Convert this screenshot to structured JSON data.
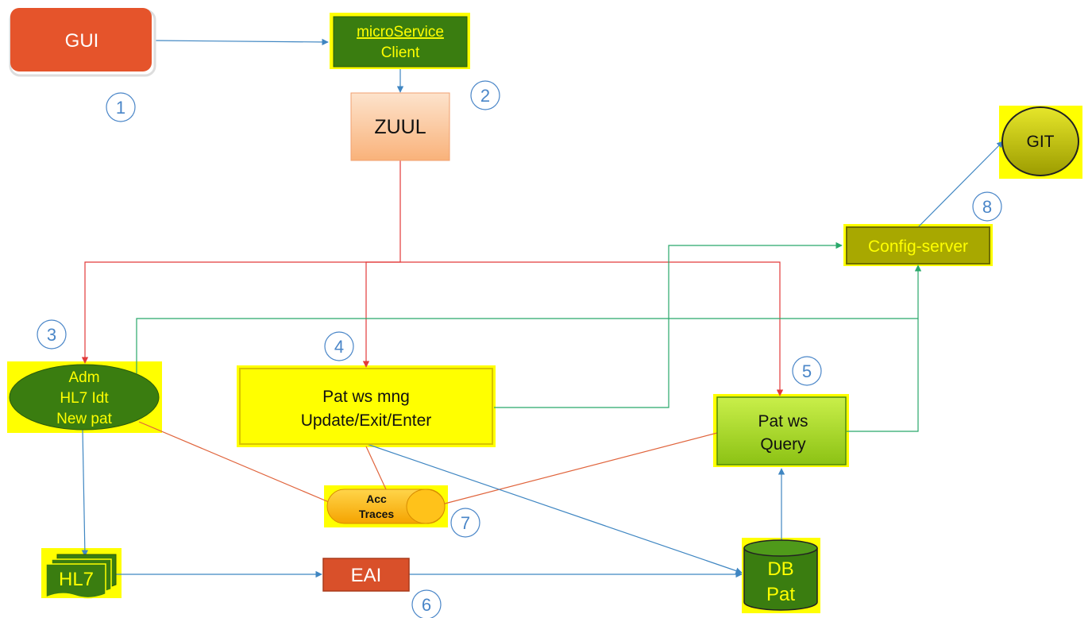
{
  "nodes": {
    "gui": {
      "label": "GUI"
    },
    "client": {
      "line1": "microService",
      "line2": "Client"
    },
    "zuul": {
      "label": "ZUUL"
    },
    "git": {
      "label": "GIT"
    },
    "config_server": {
      "label": "Config-server"
    },
    "adm": {
      "line1": "Adm",
      "line2": "HL7 Idt",
      "line3": "New pat"
    },
    "pat_mng": {
      "line1": "Pat ws mng",
      "line2": "Update/Exit/Enter"
    },
    "pat_query": {
      "line1": "Pat ws",
      "line2": "Query"
    },
    "acc_traces": {
      "line1": "Acc",
      "line2": "Traces"
    },
    "hl7": {
      "label": "HL7"
    },
    "eai": {
      "label": "EAI"
    },
    "db_pat": {
      "line1": "DB",
      "line2": "Pat"
    }
  },
  "step_markers": [
    "1",
    "2",
    "3",
    "4",
    "5",
    "6",
    "7",
    "8"
  ],
  "colors": {
    "highlight": "#ffff00",
    "gui_fill": "#e5542b",
    "dark_green": "#3a7d10",
    "lime_green": "#a7d61c",
    "olive": "#a8a800",
    "zuul_fill": "#fbc9a0",
    "eai_fill": "#d9502a",
    "arrow_blue": "#3f86c2",
    "arrow_red": "#e23a3a",
    "arrow_green": "#28a86a",
    "line_orange": "#e0643c",
    "marker_blue": "#4a86c8"
  }
}
